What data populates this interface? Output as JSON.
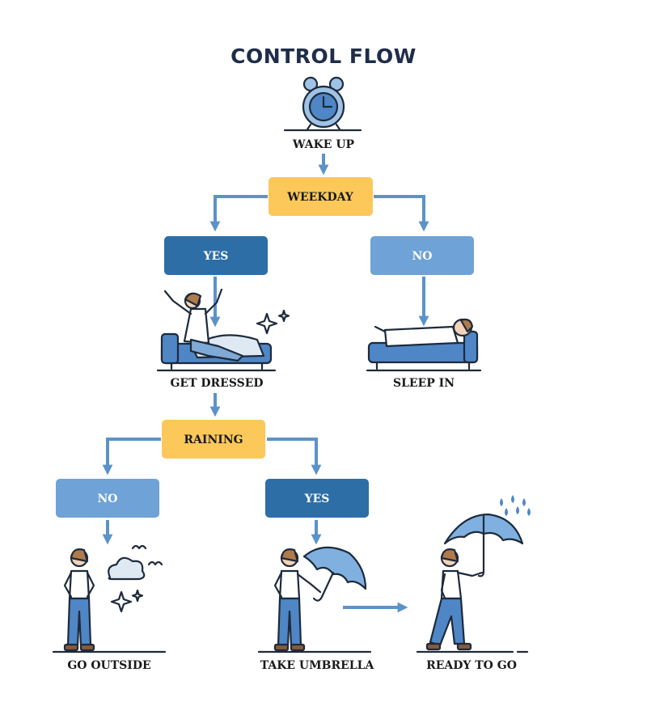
{
  "title": "CONTROL FLOW",
  "nodes": {
    "wake_up": "WAKE UP",
    "weekday": "WEEKDAY",
    "weekday_yes": "YES",
    "weekday_no": "NO",
    "get_dressed": "GET DRESSED",
    "sleep_in": "SLEEP IN",
    "raining": "RAINING",
    "raining_no": "NO",
    "raining_yes": "YES",
    "go_outside": "GO OUTSIDE",
    "take_umbrella": "TAKE UMBRELLA",
    "ready_to_go": "READY TO GO"
  },
  "colors": {
    "decision": "#fcc85a",
    "yes_box": "#2d6ea6",
    "no_box": "#6fa2d6",
    "arrow": "#5b93c9",
    "outline": "#1e2a3a"
  },
  "icons": [
    "alarm-clock-icon",
    "bed-icon",
    "cloud-icon",
    "sparkle-icon",
    "umbrella-icon",
    "rain-icon",
    "person-icon"
  ]
}
